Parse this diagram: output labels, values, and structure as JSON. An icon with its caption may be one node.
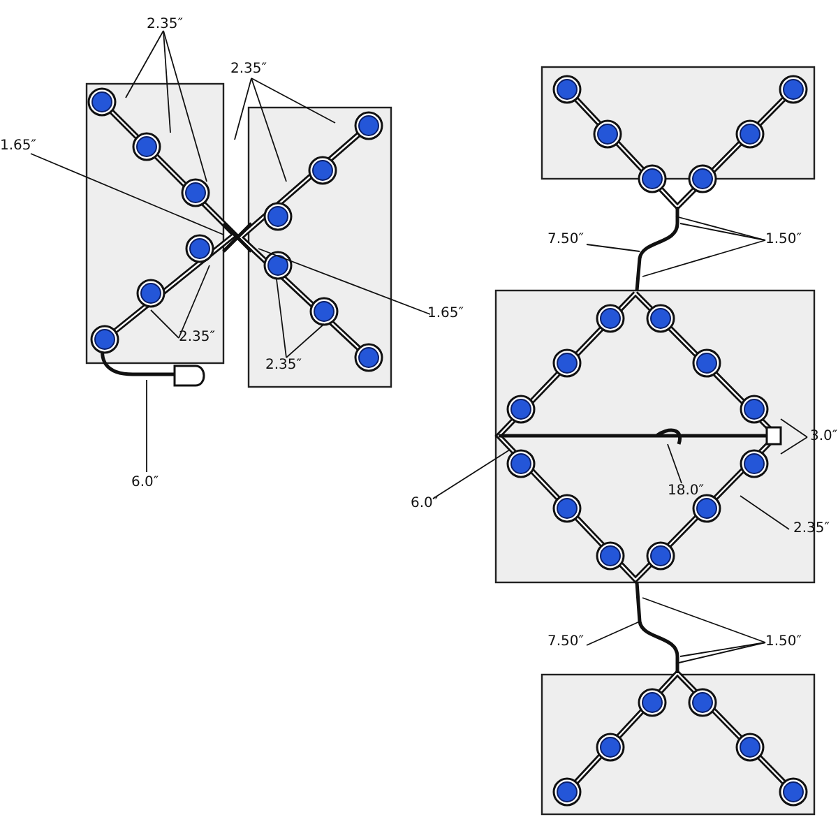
{
  "diagram": {
    "labels": [
      "2.35″",
      "2.35″",
      "1.65″",
      "7.50″",
      "1.50″",
      "1.65″",
      "2.35″",
      "2.35″",
      "6.0″",
      "3.0″",
      "18.0″",
      "6.0″",
      "2.35″",
      "7.50″",
      "1.50″"
    ]
  }
}
